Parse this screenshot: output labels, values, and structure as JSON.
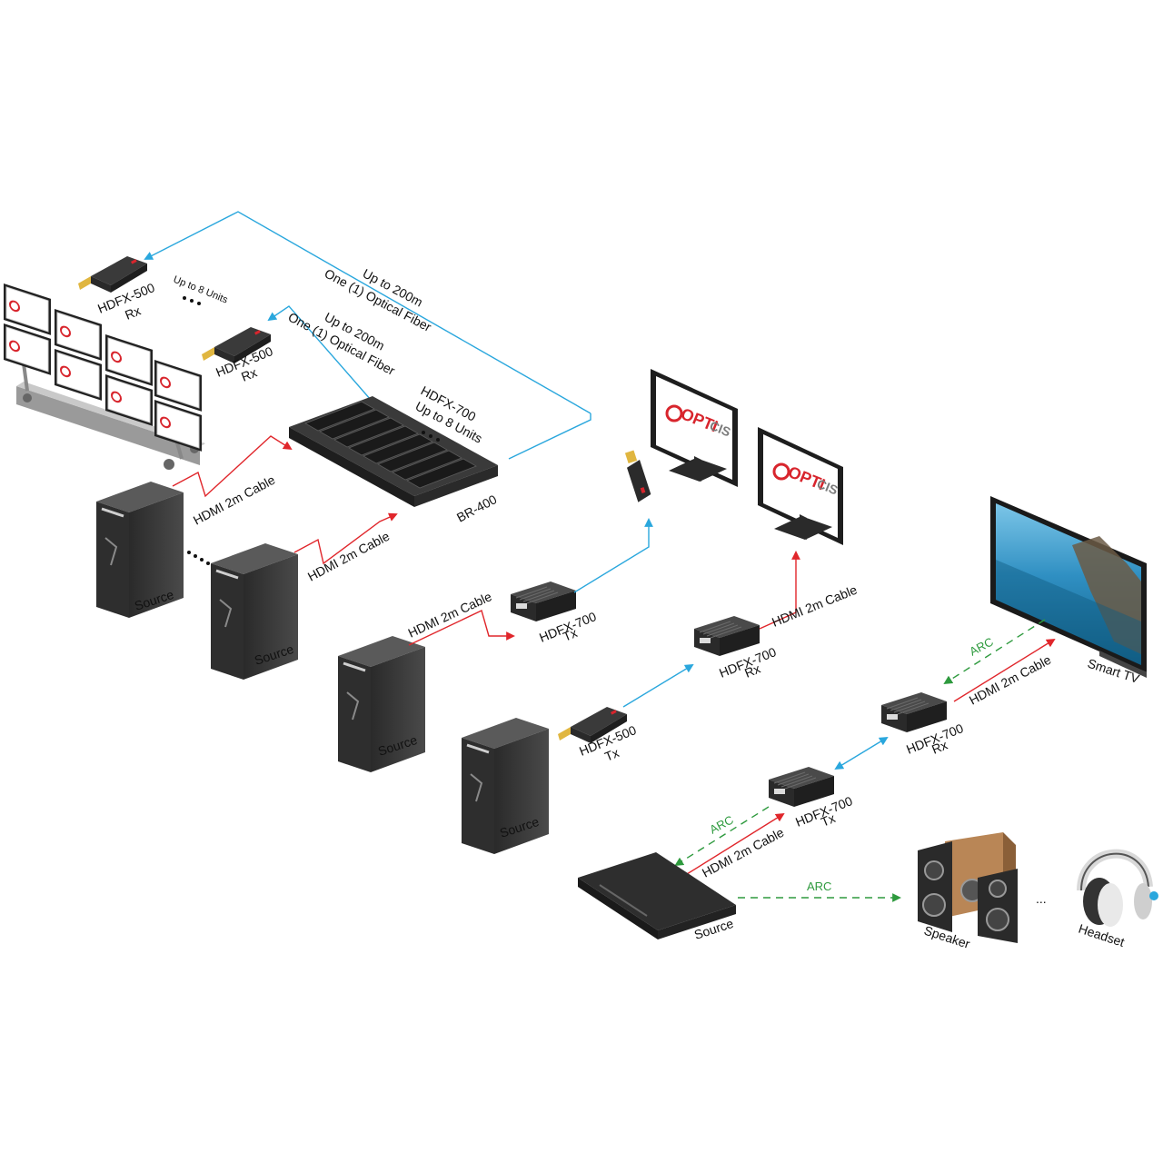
{
  "colors": {
    "hdmi": "#e0262b",
    "fiber": "#2aa7dd",
    "arc": "#2e9a3e",
    "device_dark": "#2b2b2b",
    "brand_red": "#d8252d",
    "brand_grey": "#7a7a7a"
  },
  "brand": {
    "opti": "OPTI",
    "cis": "CIS"
  },
  "labels": {
    "rx500_top_1": "HDFX-500",
    "rx500_top_2": "Rx",
    "units_top": "Up to 8 Units",
    "rx500_mid_1": "HDFX-500",
    "rx500_mid_2": "Rx",
    "fiber_outer_1": "Up to 200m",
    "fiber_outer_2": "One (1) Optical Fiber",
    "fiber_inner_1": "Up to 200m",
    "fiber_inner_2": "One (1) Optical Fiber",
    "hdfx700_rack_1": "HDFX-700",
    "hdfx700_rack_2": "Up to 8 Units",
    "br400": "BR-400",
    "hdmi_a": "HDMI 2m Cable",
    "hdmi_b": "HDMI 2m Cable",
    "source_a": "Source",
    "source_b": "Source",
    "hdmi_c": "HDMI 2m Cable",
    "tx700_1": "HDFX-700",
    "tx700_2": "Tx",
    "source_c": "Source",
    "source_d": "Source",
    "tx500_1": "HDFX-500",
    "tx500_2": "Tx",
    "rx700_mid_1": "HDFX-700",
    "rx700_mid_2": "Rx",
    "hdmi_d": "HDMI 2m Cable",
    "smart_tv": "Smart TV",
    "arc_tv": "ARC",
    "hdmi_e": "HDMI 2m Cable",
    "rx700_right_1": "HDFX-700",
    "rx700_right_2": "Rx",
    "tx700_low_1": "HDFX-700",
    "tx700_low_2": "Tx",
    "arc_src": "ARC",
    "hdmi_f": "HDMI 2m Cable",
    "source_e": "Source",
    "arc_speaker": "ARC",
    "speaker": "Speaker",
    "headset": "Headset",
    "dots": "..."
  }
}
